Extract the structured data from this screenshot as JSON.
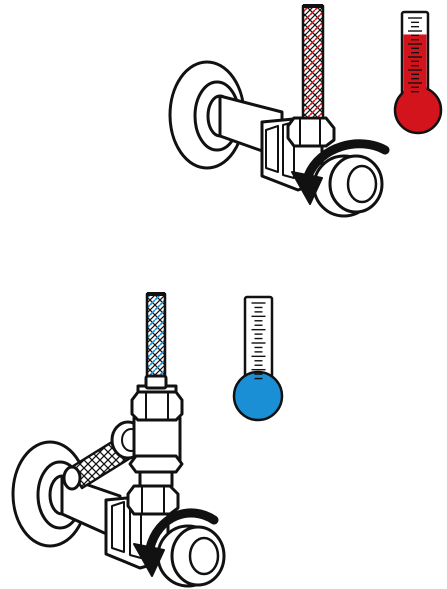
{
  "figure": {
    "panels": [
      {
        "id": "hot",
        "icons": [
          "angle-stop-valve-icon",
          "braided-hose-icon",
          "thermometer-icon",
          "turn-arrow-icon"
        ],
        "colors": {
          "hose_stripe": "#d4141c",
          "thermometer_fill": "#d4141c"
        },
        "thermometer_level": 0.78
      },
      {
        "id": "cold",
        "icons": [
          "double-angle-stop-valve-icon",
          "braided-hose-icon",
          "thermometer-icon",
          "turn-arrow-icon"
        ],
        "colors": {
          "hose_stripe": "#1a8fd6",
          "thermometer_fill": "#1a8fd6"
        },
        "thermometer_level": 0.1
      }
    ],
    "colors": {
      "line": "#111111",
      "background": "#ffffff"
    }
  }
}
